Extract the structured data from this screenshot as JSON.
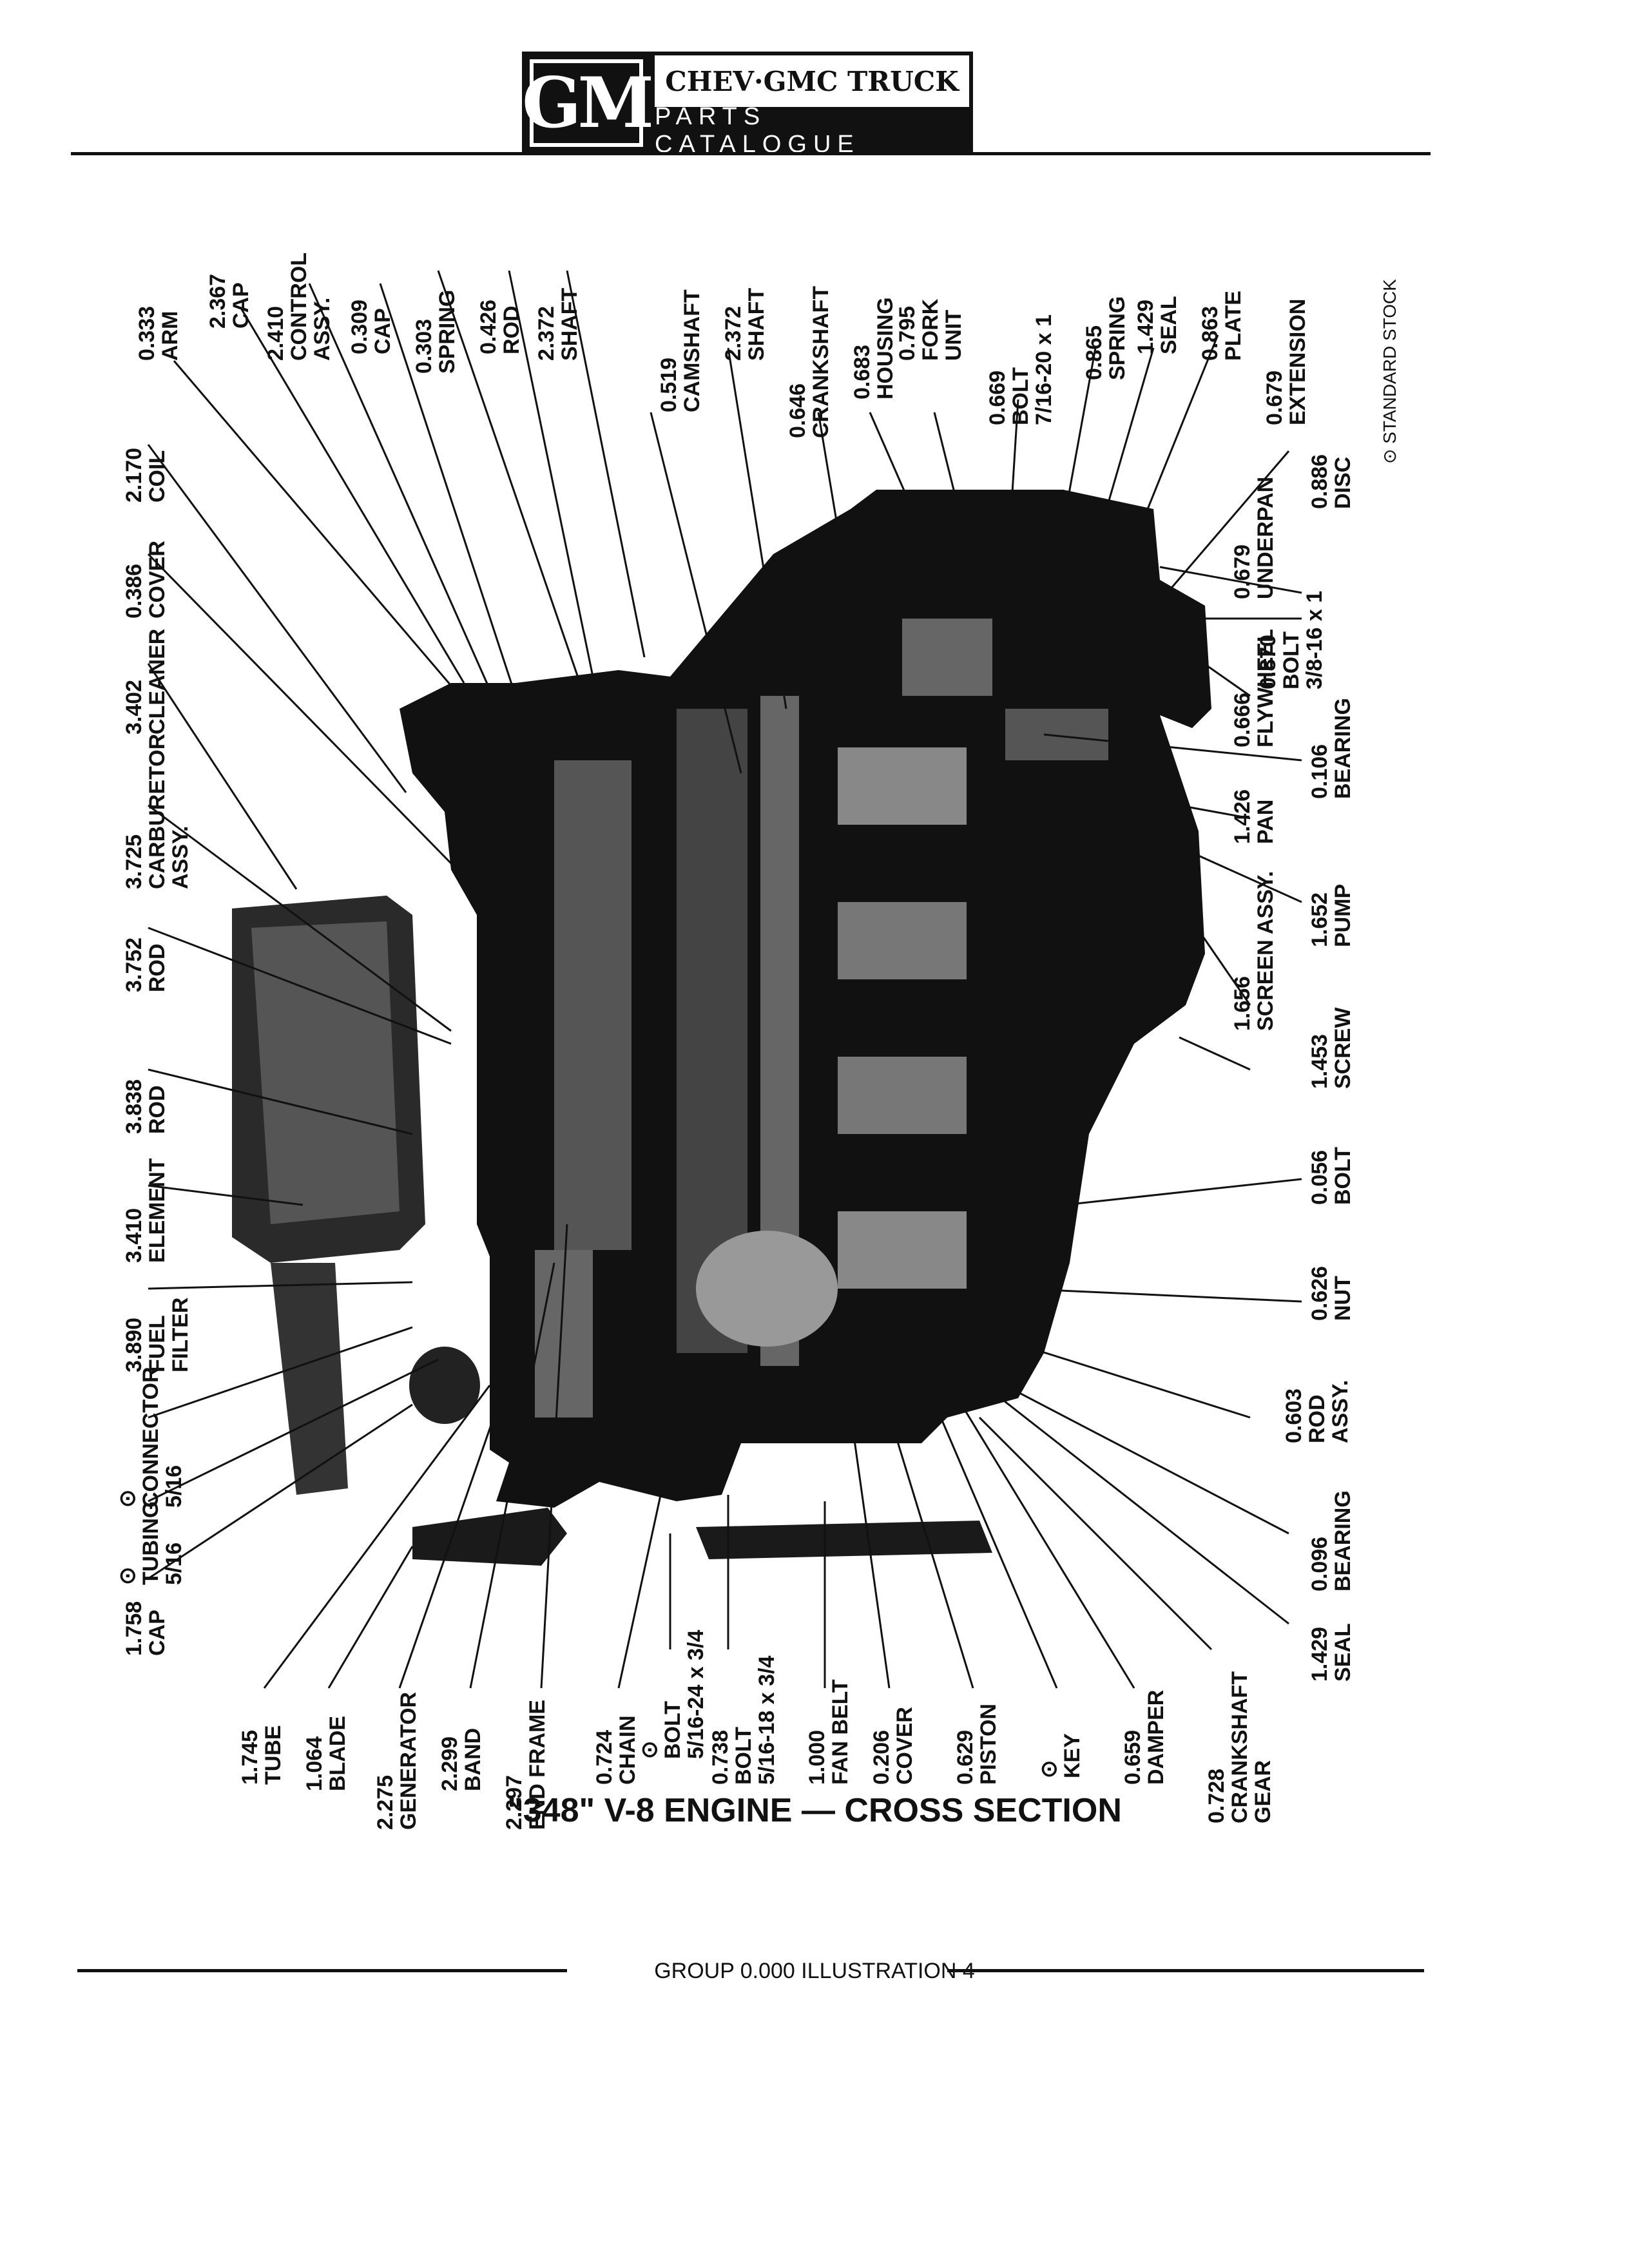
{
  "header": {
    "logo_text": "GM",
    "line1": "CHEV·GMC TRUCK",
    "line2": "PARTS CATALOGUE"
  },
  "legend_note": "⊙ STANDARD STOCK",
  "caption": "\"348\" V-8 ENGINE — CROSS SECTION",
  "footer": "GROUP 0.000 ILLUSTRATION 4",
  "labels": {
    "top": [
      "0.333\nARM",
      "2.367\nCAP",
      "2.410\nCONTROL\nASSY.",
      "0.309\nCAP",
      "0.303\nSPRING",
      "0.426\nROD",
      "2.372\nSHAFT",
      "0.519\nCAMSHAFT",
      "2.372\nSHAFT",
      "0.646\nCRANKSHAFT",
      "0.683\nHOUSING",
      "0.795\nFORK\nUNIT",
      "0.669\nBOLT\n7/16-20 x 1",
      "0.865\nSPRING",
      "1.429\nSEAL",
      "0.863\nPLATE",
      "0.679\nEXTENSION"
    ],
    "left": [
      "2.170\nCOIL",
      "0.386\nCOVER",
      "3.402\nCLEANER",
      "3.725\nCARBURETOR\nASSY.",
      "3.752\nROD",
      "3.838\nROD",
      "3.410\nELEMENT",
      "3.890\nFUEL\nFILTER",
      "⊙\nCONNECTOR\n5/16",
      "⊙\nTUBING\n5/16",
      "1.758\nCAP"
    ],
    "right": [
      "0.886\nDISC",
      "0.679\nUNDERPAN",
      "0.870\nBOLT\n3/8-16 x 1",
      "0.666\nFLYWHEEL",
      "0.106\nBEARING",
      "1.426\nPAN",
      "1.652\nPUMP",
      "1.656\nSCREEN ASSY.",
      "1.453\nSCREW",
      "0.056\nBOLT",
      "0.626\nNUT",
      "0.603\nROD\nASSY.",
      "0.096\nBEARING",
      "1.429\nSEAL"
    ],
    "bottom": [
      "1.745\nTUBE",
      "1.064\nBLADE",
      "2.275\nGENERATOR",
      "2.299\nBAND",
      "2.297\nEND FRAME",
      "0.724\nCHAIN",
      "⊙\nBOLT\n5/16-24 x 3/4",
      "0.738\nBOLT\n5/16-18 x 3/4",
      "1.000\nFAN BELT",
      "0.206\nCOVER",
      "0.629\nPISTON",
      "⊙\nKEY",
      "0.659\nDAMPER",
      "0.728\nCRANKSHAFT\nGEAR"
    ]
  }
}
